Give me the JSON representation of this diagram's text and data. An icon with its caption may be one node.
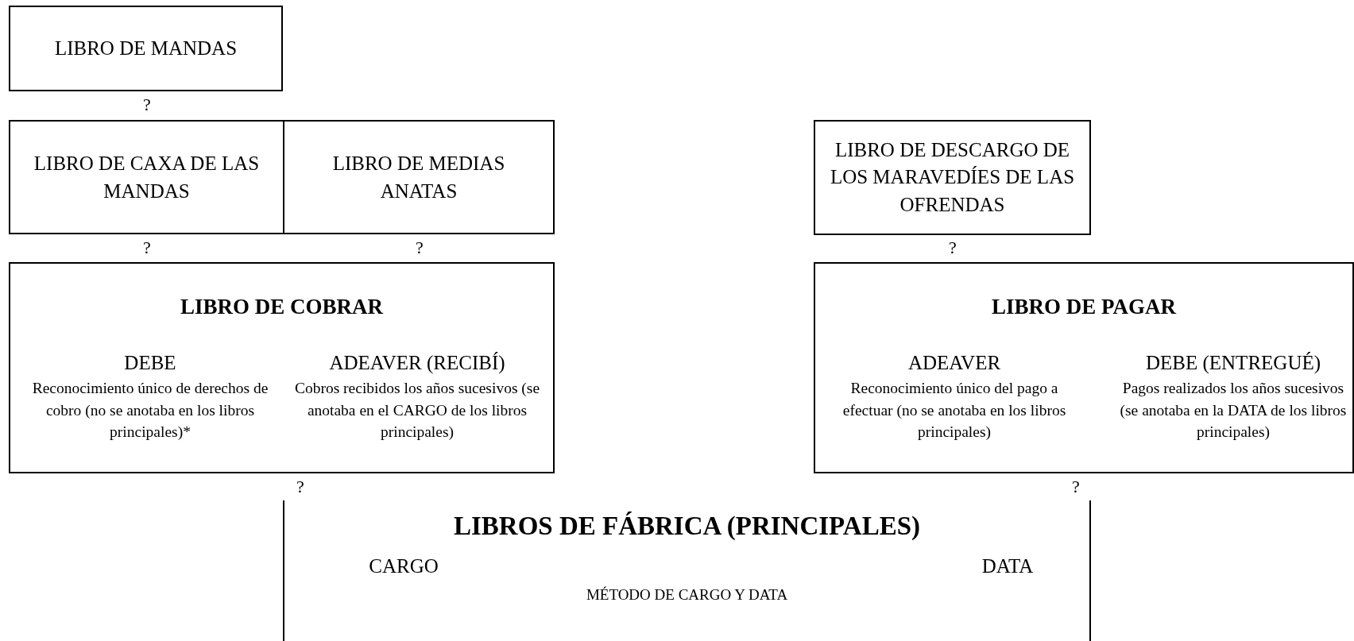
{
  "diagram": {
    "nodes": [
      {
        "text": [
          "LIBRO DE MANDAS"
        ]
      },
      {
        "text": [
          "LIBRO DE CAXA DE LAS MANDAS"
        ]
      },
      {
        "text": [
          "LIBRO DE MEDIAS ANATAS"
        ]
      },
      {
        "text": [
          "LIBRO DE DESCARGO DE LOS MARAVEDÍES DE LAS OFRENDAS"
        ]
      },
      {
        "text": [
          "LIBRO DE COBRAR",
          "DEBE",
          "Reconocimiento único de derechos de cobro (no se anotaba en los libros principales)*",
          "ADEAVER (RECIBÍ)",
          "Cobros recibidos los años sucesivos (se anotaba en el CARGO de los libros principales)"
        ]
      },
      {
        "text": [
          "LIBRO DE PAGAR",
          "ADEAVER",
          "Reconocimiento único del pago a efectuar (no se anotaba en los libros principales)",
          "DEBE (ENTREGUÉ)",
          "Pagos realizados los años sucesivos (se anotaba en la DATA de los libros principales)"
        ]
      },
      {
        "text": [
          "LIBROS DE FÁBRICA (PRINCIPALES)",
          "CARGO",
          "DATA",
          "MÉTODO DE CARGO Y DATA"
        ]
      }
    ],
    "labels": [
      "?",
      "?",
      "?",
      "?",
      "?",
      "?"
    ]
  }
}
